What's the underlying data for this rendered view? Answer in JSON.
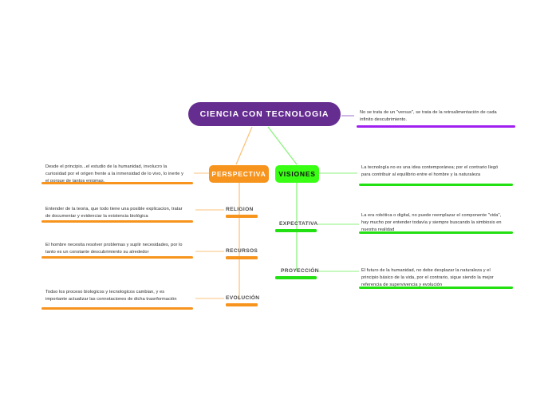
{
  "diagram": {
    "title": "CIENCIA CON TECNOLOGIA",
    "type": "mind-map",
    "colors": {
      "root": "#662d91",
      "branch_left": "#f7941e",
      "branch_right": "#39ff14",
      "note_bar_left": "#f7941e",
      "note_bar_right": "#22e012",
      "note_bar_root": "#a020f0",
      "background": "#ffffff",
      "label_text": "#4a4a4a"
    }
  },
  "root": {
    "label": "CIENCIA CON TECNOLOGIA",
    "note": "No se trata de un \"versus\", se trata de la retroalimentación de cada infinito descubrimiento."
  },
  "branches": {
    "left": {
      "label": "PERSPECTIVA",
      "note": "Desde el principio...el estudio de la humanidad, involucro la curiosidad por el origen frente a la inmensidad de lo vivo, lo inerte y el porque de tantos enigmas.",
      "children": [
        {
          "label": "RELIGION",
          "note": "Entender de la teoria, que todo tiene una posible explicacion, tratar de documentar y evidenciar la existencia biológica"
        },
        {
          "label": "RECURSOS",
          "note": "El hombre necesita resolver problemas y suplir necesidades, por lo tanto es un constante descubrimiento su alrededor"
        },
        {
          "label": "EVOLUCIÓN",
          "note": "Todso los proceso biologicos y tecnologicos cambian, y es importante actualizar las connotaciones de dicha trasnformación"
        }
      ]
    },
    "right": {
      "label": "VISIONES",
      "note": "La tecnología no es una idea contemporánea; por el contrario llegó para contribuir al equilibrio entre el hombre y la naturaleza",
      "children": [
        {
          "label": "EXPECTATIVA",
          "note": "La era robótica o digital, no puede reemplazar el componente \"vida\", hay mucho por entender todavía y siempre buscando la simbiosis en nuestra realidad"
        },
        {
          "label": "PROYECCIÓN",
          "note": "El futuro de la humanidad, no debe desplazar la naturaleza y el principio básico de la vida, por el contrario, sigue siendo la mejor referencia de supervivencia y evolución"
        }
      ]
    }
  }
}
